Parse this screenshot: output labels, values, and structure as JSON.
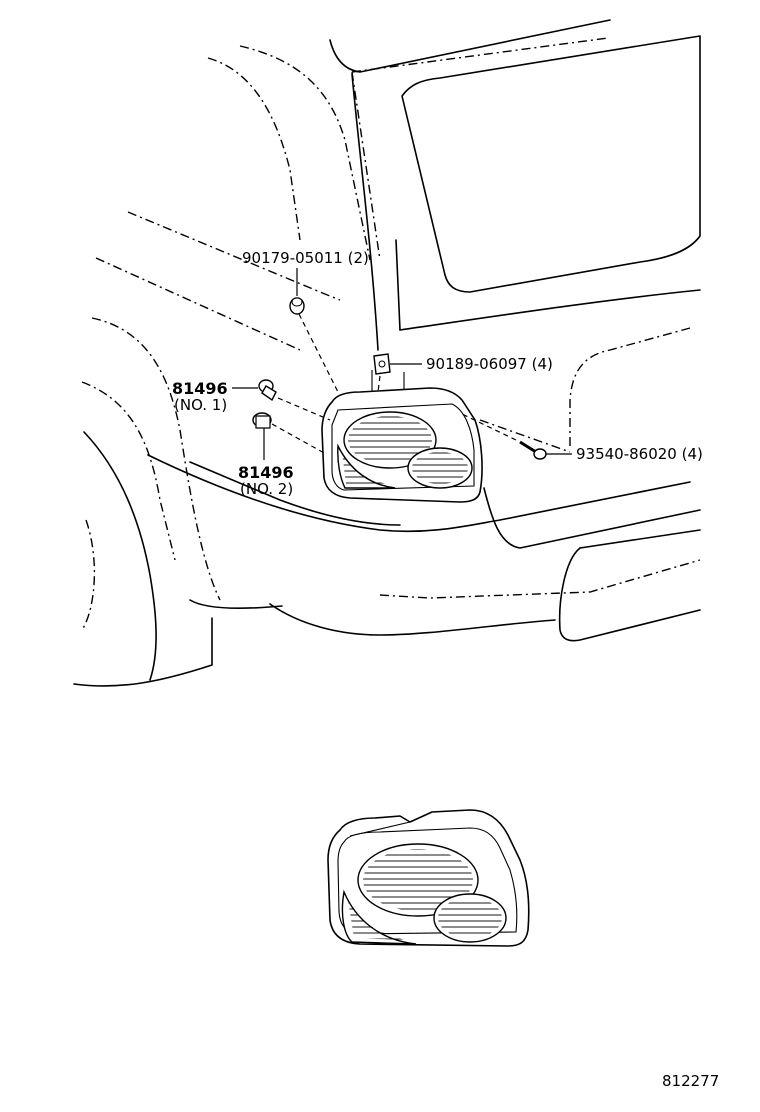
{
  "diagram": {
    "callouts": {
      "bolt_upper": "90179-05011 (2)",
      "nut_clip": "90189-06097 (4)",
      "screw": "93540-86020 (4)",
      "socket_no1_code": "81496",
      "socket_no1_sub": "(NO. 1)",
      "socket_no2_code": "81496",
      "socket_no2_sub": "(NO. 2)"
    },
    "figure_number": "812277"
  }
}
